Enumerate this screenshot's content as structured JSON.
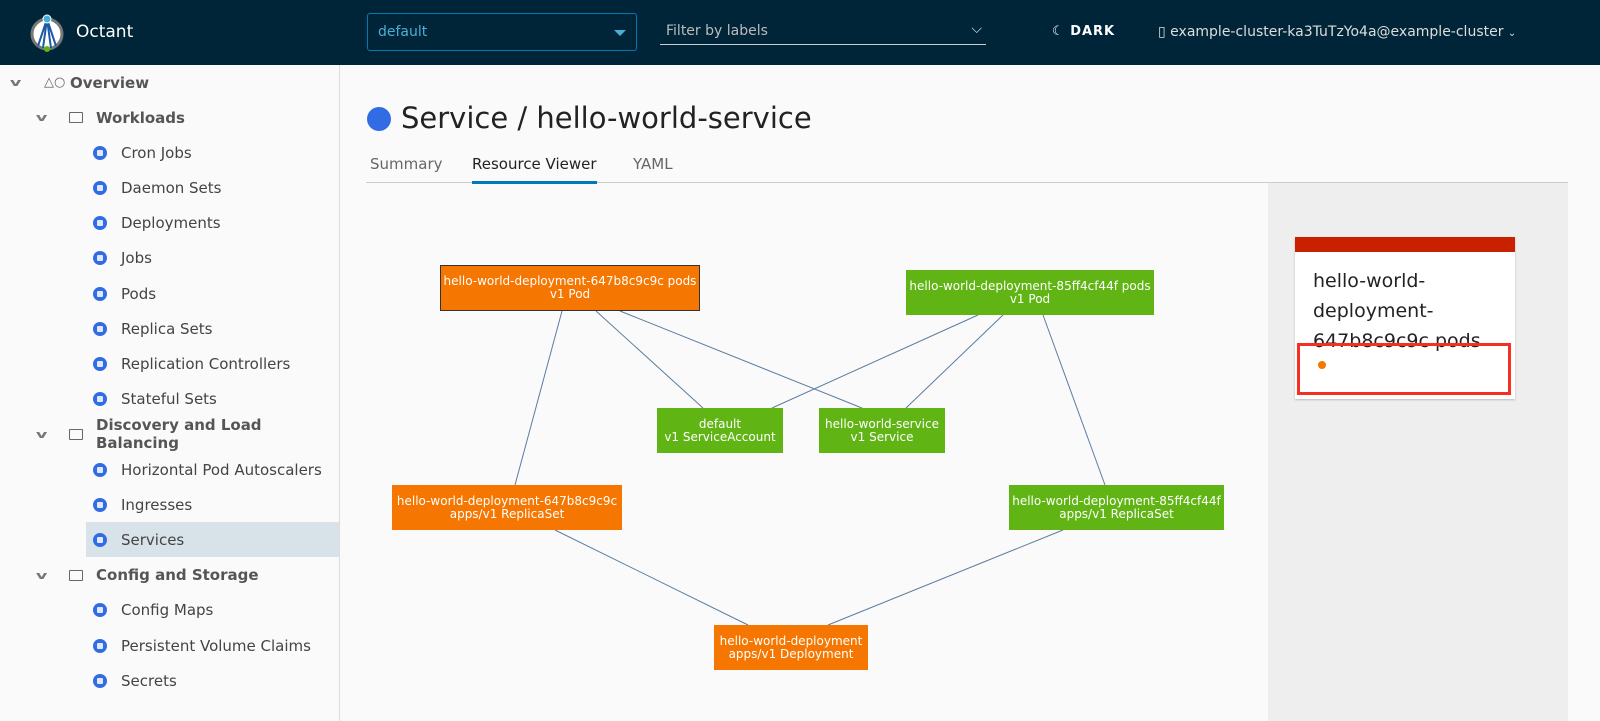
{
  "header": {
    "app_name": "Octant",
    "namespace": "default",
    "filter_placeholder": "Filter by labels",
    "theme_toggle": "DARK",
    "context": "example-cluster-ka3TuTzYo4a@example-cluster"
  },
  "sidebar": {
    "overview": "Overview",
    "sections": [
      {
        "label": "Workloads",
        "items": [
          "Cron Jobs",
          "Daemon Sets",
          "Deployments",
          "Jobs",
          "Pods",
          "Replica Sets",
          "Replication Controllers",
          "Stateful Sets"
        ]
      },
      {
        "label": "Discovery and Load Balancing",
        "items": [
          "Horizontal Pod Autoscalers",
          "Ingresses",
          "Services"
        ]
      },
      {
        "label": "Config and Storage",
        "items": [
          "Config Maps",
          "Persistent Volume Claims",
          "Secrets"
        ]
      }
    ],
    "selected": "Services"
  },
  "page": {
    "title": "Service / hello-world-service",
    "tabs": [
      "Summary",
      "Resource Viewer",
      "YAML"
    ],
    "active_tab": "Resource Viewer"
  },
  "graph": {
    "colors": {
      "warning": "#f57600",
      "ok": "#60b515",
      "error": "#c92100"
    },
    "nodes": [
      {
        "name": "hello-world-deployment-647b8c9c9c pods",
        "kind": "v1 Pod",
        "status": "warning"
      },
      {
        "name": "hello-world-deployment-85ff4cf44f pods",
        "kind": "v1 Pod",
        "status": "ok"
      },
      {
        "name": "default",
        "kind": "v1 ServiceAccount",
        "status": "ok"
      },
      {
        "name": "hello-world-service",
        "kind": "v1 Service",
        "status": "ok"
      },
      {
        "name": "hello-world-deployment-647b8c9c9c",
        "kind": "apps/v1 ReplicaSet",
        "status": "warning"
      },
      {
        "name": "hello-world-deployment-85ff4cf44f",
        "kind": "apps/v1 ReplicaSet",
        "status": "ok"
      },
      {
        "name": "hello-world-deployment",
        "kind": "apps/v1 Deployment",
        "status": "warning"
      }
    ]
  },
  "detail": {
    "title": "hello-world-deployment-647b8c9c9c pods",
    "status": "error"
  }
}
